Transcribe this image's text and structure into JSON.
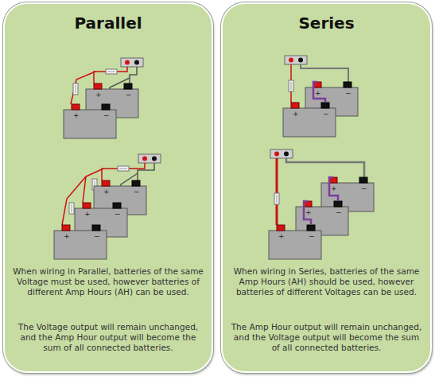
{
  "diagram": {
    "nodes": [
      {
        "text": [
          "Parallel",
          "When wiring in Parallel, batteries of the same Voltage must be used, however batteries of different Amp Hours (AH) can be used.",
          "The Voltage output will remain unchanged, and the Amp Hour output will become the sum of all connected batteries."
        ]
      },
      {
        "text": [
          "Series",
          "When wiring in Series, batteries of the same Amp Hours (AH) should be used, however batteries of different Voltages can be used.",
          "The Amp Hour output will remain unchanged, and the Voltage output will become the sum of all connected batteries."
        ]
      }
    ],
    "labels": [
      "+",
      "−",
      "+",
      "−",
      "+",
      "−",
      "+",
      "−",
      "+",
      "−",
      "+",
      "−",
      "+",
      "−",
      "+",
      "−",
      "+",
      "−",
      "+",
      "−"
    ]
  }
}
